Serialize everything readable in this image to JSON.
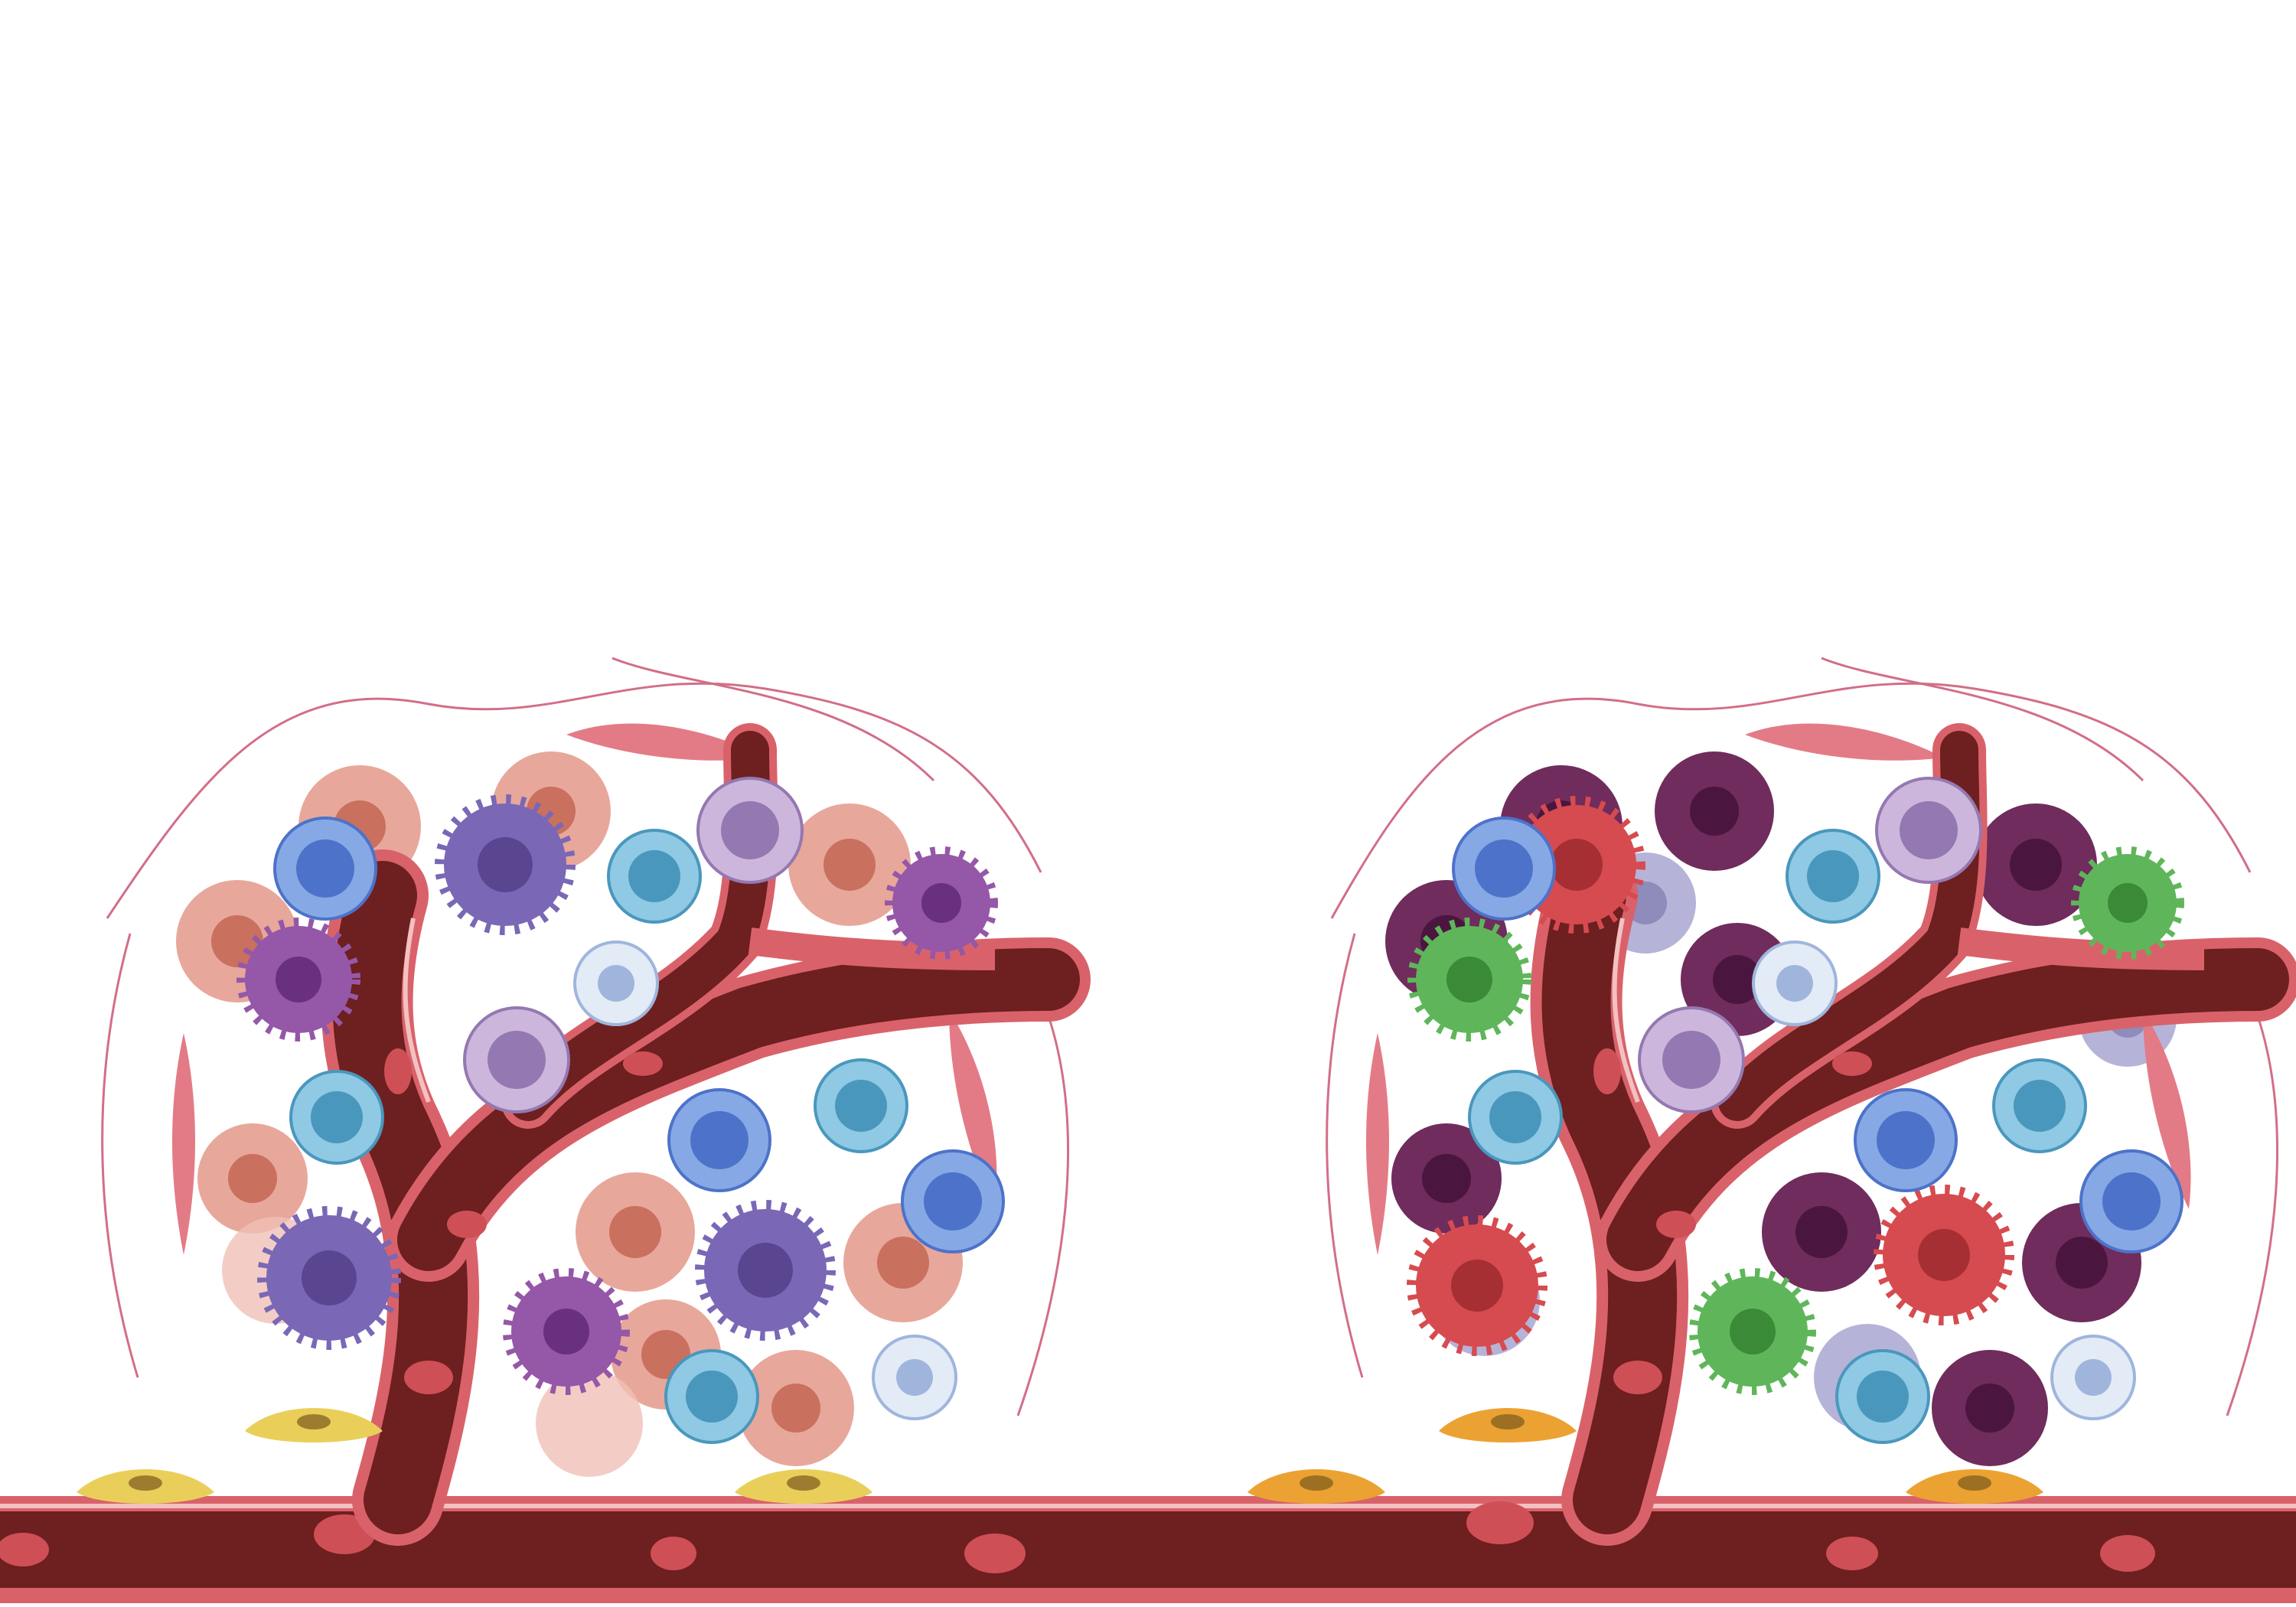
{
  "colors": {
    "background": "#ffffff",
    "vessel_dark": "#6e1f1f",
    "vessel_wall": "#d9626a",
    "vessel_inner": "#f3c1c1",
    "rbc": "#cf4f56",
    "fiber": "#c84a6a",
    "fibroblast": "#e37b86",
    "pericyte_left": "#e9cf5a",
    "pericyte_right": "#eba233",
    "cell_blue": "#4d72c9",
    "cell_blue_ring": "#86a9e6",
    "cell_teal": "#4a97bd",
    "cell_teal_ring": "#8fc9e3",
    "cell_pale": "#9fb5dc",
    "cell_lilac": "#9478b1",
    "cell_lilac_ring": "#cdb6dc",
    "dc_violet": "#7a67b6",
    "dc_purple": "#9557a7",
    "dc_red": "#d64b4f",
    "dc_green": "#5fb65a",
    "tumor_pink": "#e8a79b",
    "tumor_pink_nucleus": "#c9705e",
    "tumor_plum": "#6f2c5d",
    "tumor_plum_nucleus": "#4a1640",
    "tumor_lav": "#b6b3d8"
  },
  "panels": [
    {
      "name": "left-tumor-panel",
      "state": "pink-tumor"
    },
    {
      "name": "right-tumor-panel",
      "state": "plum-tumor"
    }
  ]
}
